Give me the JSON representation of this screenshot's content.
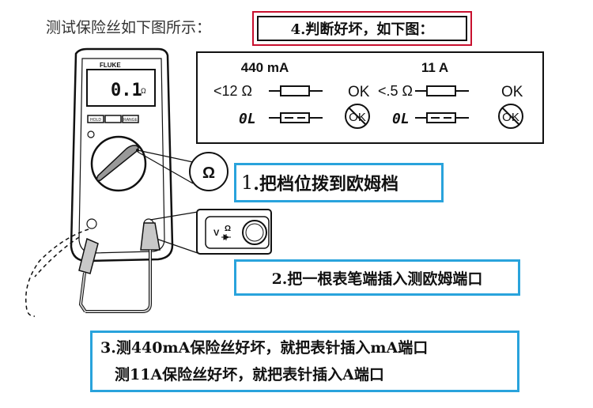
{
  "intro": "测试保险丝如下图所示：",
  "step4": "4.判断好坏，如下图：",
  "step1": {
    "num": "1",
    "text": ".把档位拨到欧姆档"
  },
  "step2": "2.把一根表笔端插入测欧姆端口",
  "step3": {
    "line1": "3.测440mA保险丝好坏，就把表针插入mA端口",
    "line2": "测11A保险丝好坏，就把表针插入A端口"
  },
  "meter": {
    "brand": "FLUKE",
    "display_value": "0.1",
    "display_unit": "Ω",
    "buttons": [
      "HOLD",
      "",
      "RANGE"
    ],
    "dial_symbol": "Ω",
    "port_v": "V",
    "port_ohm": "Ω"
  },
  "fuse_table": {
    "col1_header": "440 mA",
    "col2_header": "11 A",
    "col1_ok_reading": "<12 Ω",
    "col2_ok_reading": "<.5 Ω",
    "bad_reading": "0L",
    "ok_label": "OK"
  },
  "colors": {
    "callout_border": "#29a3dc",
    "step4_border": "#c8102e"
  }
}
